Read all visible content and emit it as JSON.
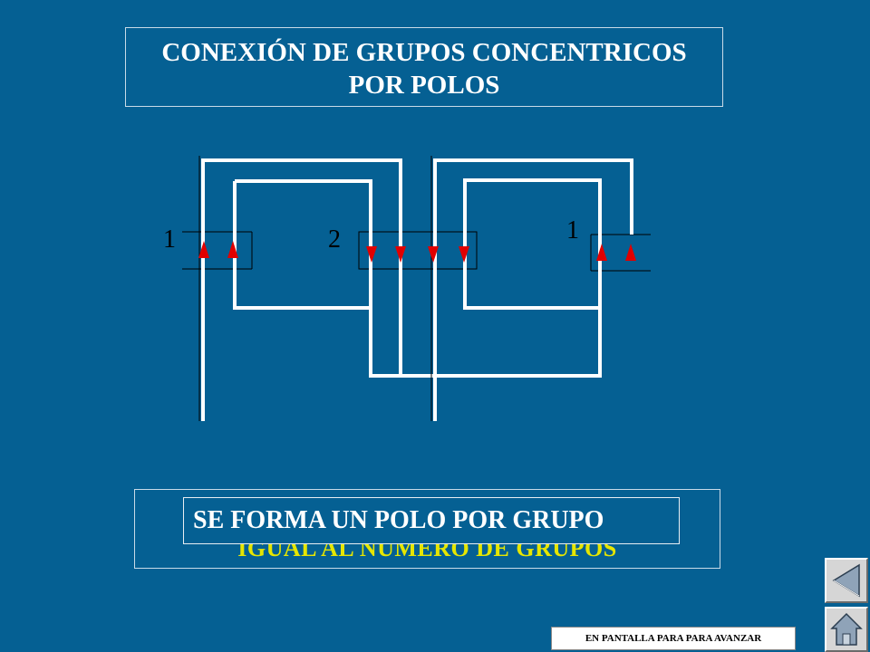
{
  "title": {
    "line1": "CONEXIÓN DE GRUPOS CONCENTRICOS",
    "line2": "POR POLOS"
  },
  "diagram": {
    "labels": {
      "group_left": "1",
      "group_middle": "2",
      "group_right": "1"
    },
    "colors": {
      "wire": "#ffffff",
      "arrow": "#e00000",
      "box": "#000000"
    }
  },
  "caption": {
    "hidden_text": "IGUAL  AL NÚMERO DE GRUPOS",
    "main_text": "SE FORMA UN POLO POR GRUPO"
  },
  "navigation": {
    "prev_icon": "left-triangle-icon",
    "home_icon": "home-icon"
  },
  "footer": {
    "note": "EN PANTALLA PARA  PARA  AVANZAR"
  }
}
